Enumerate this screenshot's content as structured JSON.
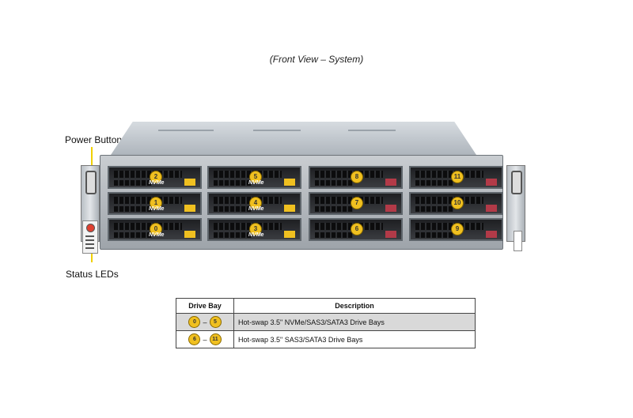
{
  "caption": "(Front View – System)",
  "callouts": {
    "power_button": "Power Button",
    "status_leds": "Status LEDs"
  },
  "drive_bays": {
    "nvme_label": "NVMe",
    "rows": [
      [
        {
          "num": "2",
          "type": "nvme"
        },
        {
          "num": "5",
          "type": "nvme"
        },
        {
          "num": "8",
          "type": "sas"
        },
        {
          "num": "11",
          "type": "sas"
        }
      ],
      [
        {
          "num": "1",
          "type": "nvme"
        },
        {
          "num": "4",
          "type": "nvme"
        },
        {
          "num": "7",
          "type": "sas"
        },
        {
          "num": "10",
          "type": "sas"
        }
      ],
      [
        {
          "num": "0",
          "type": "nvme"
        },
        {
          "num": "3",
          "type": "nvme"
        },
        {
          "num": "6",
          "type": "sas"
        },
        {
          "num": "9",
          "type": "sas"
        }
      ]
    ]
  },
  "table": {
    "headers": [
      "Drive Bay",
      "Description"
    ],
    "rows": [
      {
        "from": "0",
        "dash": "–",
        "to": "5",
        "description": "Hot-swap 3.5\" NVMe/SAS3/SATA3 Drive Bays"
      },
      {
        "from": "6",
        "dash": "–",
        "to": "11",
        "description": "Hot-swap 3.5\" SAS3/SATA3 Drive Bays"
      }
    ]
  },
  "colors": {
    "badge": "#f0c020",
    "nvme_latch": "#f0c020",
    "sas_latch": "#b23a48",
    "callout_line": "#f0d000"
  }
}
